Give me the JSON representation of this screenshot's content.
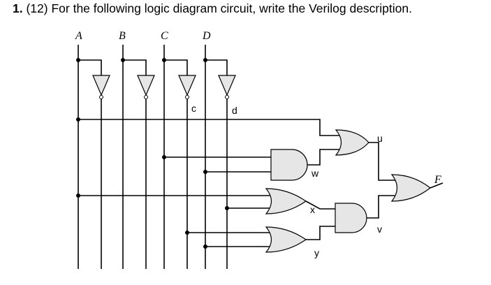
{
  "question": {
    "number": "1.",
    "text": "(12) For the following logic diagram circuit, write the Verilog description."
  },
  "diagram": {
    "inputs": [
      "A",
      "B",
      "C",
      "D"
    ],
    "complement_labels": [
      "c",
      "d"
    ],
    "intermediate_labels": [
      "u",
      "w",
      "x",
      "v",
      "y"
    ],
    "output": "F"
  }
}
